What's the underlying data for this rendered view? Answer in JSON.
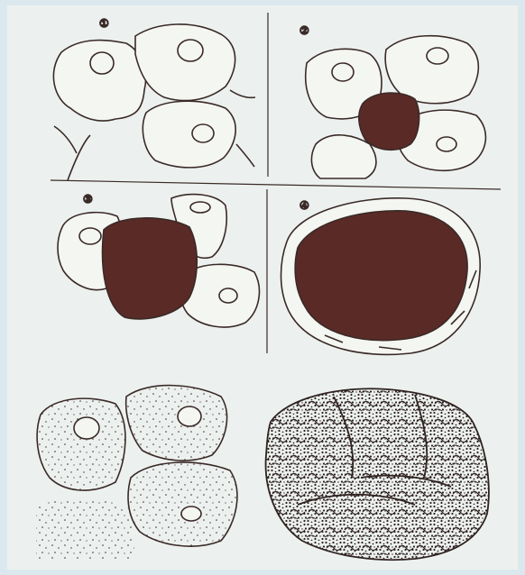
{
  "panels": [
    {
      "label": "①"
    },
    {
      "label": "②"
    },
    {
      "label": "③"
    },
    {
      "label": "④"
    }
  ],
  "colors": {
    "ink": "#3a2a27",
    "tumor": "#5a2a26",
    "paper": "#ecf1ef",
    "background": "#dbe9ee"
  }
}
